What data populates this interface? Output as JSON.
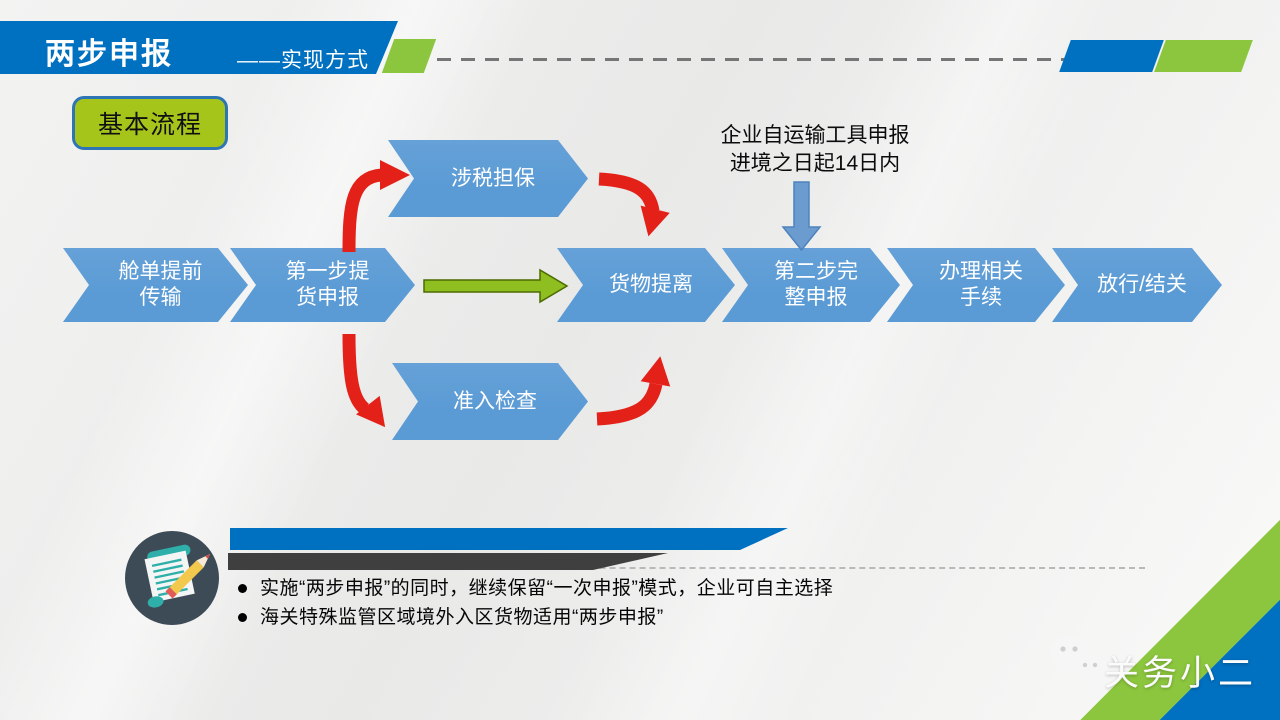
{
  "header": {
    "title": "两步申报",
    "subtitle": "——实现方式"
  },
  "badge_label": "基本流程",
  "flow": {
    "main_steps": [
      {
        "label": "舱单提前\n传输"
      },
      {
        "label": "第一步提\n货申报"
      },
      {
        "label": "货物提离"
      },
      {
        "label": "第二步完\n整申报"
      },
      {
        "label": "办理相关\n手续"
      },
      {
        "label": "放行/结关"
      }
    ],
    "top_branch": {
      "label": "涉税担保"
    },
    "bottom_branch": {
      "label": "准入检查"
    },
    "annotation": "企业自运输工具申报\n进境之日起14日内"
  },
  "notes": {
    "bullets": [
      "实施“两步申报”的同时，继续保留“一次申报”模式，企业可自主选择",
      "海关特殊监管区域境外入区货物适用“两步申报”"
    ]
  },
  "footer": {
    "brand": "关务小二"
  },
  "colors": {
    "header_blue": "#0070C0",
    "chevron_blue": "#5B9BD5",
    "green": "#8CC63E",
    "badge_green": "#A6C51B",
    "arrow_red": "#E32119",
    "banner_dark": "#3F3F3F"
  }
}
